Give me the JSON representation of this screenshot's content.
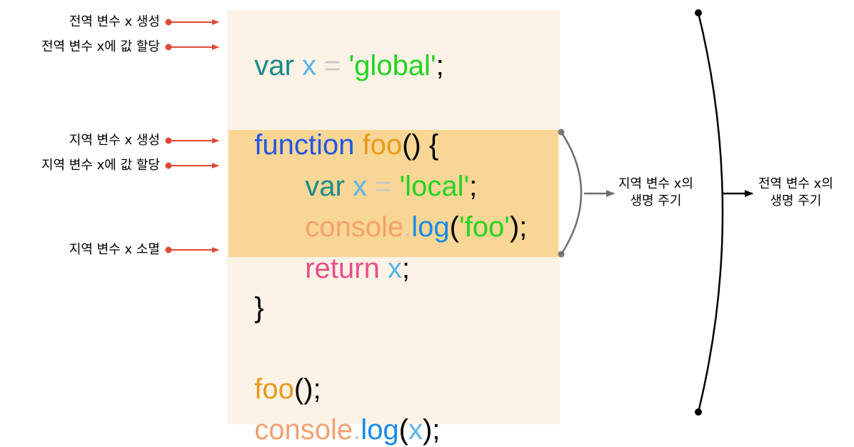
{
  "colors": {
    "keyword": "#1a8a8a",
    "identifier": "#5ab4e8",
    "operator": "#c8c8c8",
    "string": "#22d322",
    "function_keyword": "#2255e8",
    "function_name": "#e89a1a",
    "console": "#f5a070",
    "method": "#1a8ae8",
    "return": "#e84c8a",
    "punct": "#000000",
    "arrow_red": "#e04a35",
    "panel_bg": "#fdf2e6",
    "highlight_bg": "#f8d695"
  },
  "code": {
    "line1": {
      "kw": "var",
      "id": "x",
      "op": "=",
      "str": "'global'",
      "end": ";"
    },
    "line2": {
      "kw": "function",
      "name": "foo",
      "rest": "() {"
    },
    "line3": {
      "kw": "var",
      "id": "x",
      "op": "=",
      "str": "'local'",
      "end": ";"
    },
    "line4": {
      "obj": "console",
      "dot": ".",
      "method": "log",
      "open": "(",
      "str": "'foo'",
      "close": ");"
    },
    "line5": {
      "kw": "return",
      "id": "x",
      "end": ";"
    },
    "line6": {
      "brace": "}"
    },
    "line7": {
      "name": "foo",
      "rest": "();"
    },
    "line8": {
      "obj": "console",
      "dot": ".",
      "method": "log",
      "open": "(",
      "id": "x",
      "close": ");"
    }
  },
  "annotations": {
    "global_create": "전역 변수 x 생성",
    "global_assign": "전역 변수 x에 값 할당",
    "local_create": "지역 변수 x 생성",
    "local_assign": "지역 변수 x에 값 할당",
    "local_destroy": "지역 변수 x 소멸"
  },
  "lifecycle": {
    "local_line1": "지역 변수 x의",
    "local_line2": "생명 주기",
    "global_line1": "전역 변수 x의",
    "global_line2": "생명 주기"
  }
}
